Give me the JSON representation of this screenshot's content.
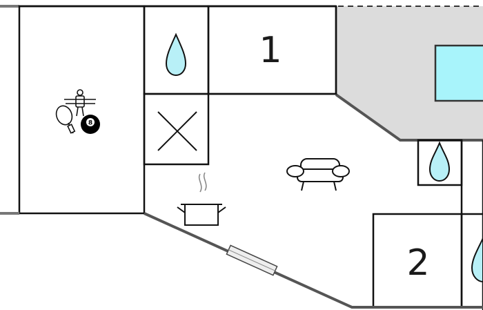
{
  "plan": {
    "rooms": [
      {
        "id": "bedroom-1",
        "label": "1"
      },
      {
        "id": "bedroom-2",
        "label": "2"
      }
    ],
    "icons": {
      "billiard_ball_label": "8"
    },
    "colors": {
      "wall": "#555555",
      "water": "#b8f0f7",
      "pool_area": "#dcdcdc",
      "pool_water": "#a8f4fb",
      "window_fill": "#eeeeee"
    },
    "legend_icons": [
      "water-drop-icon",
      "cross-icon",
      "sofa-icon",
      "cooking-pot-icon",
      "table-football-icon",
      "table-tennis-icon",
      "billiard-ball-icon",
      "pool-icon",
      "window-icon"
    ]
  }
}
